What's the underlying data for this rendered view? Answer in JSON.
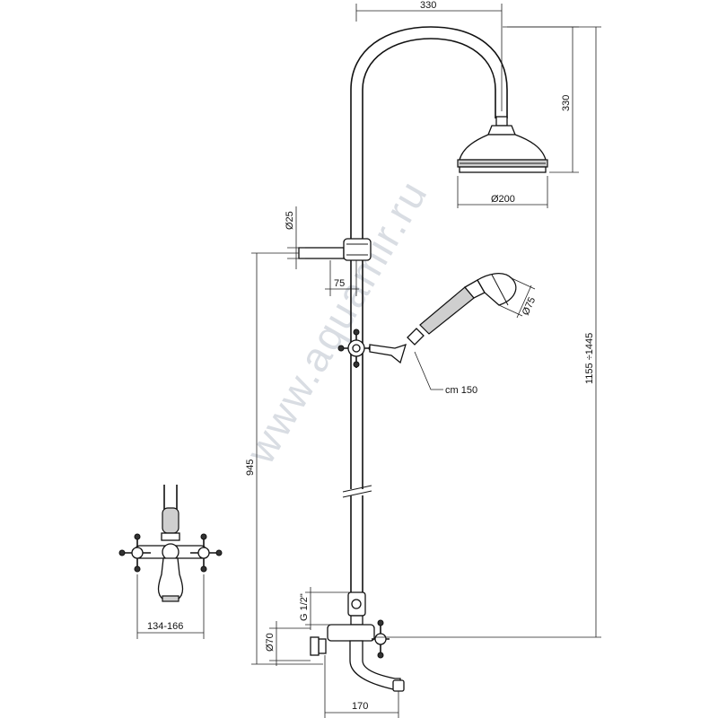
{
  "watermark": "www.aquamir.ru",
  "dimensions": {
    "arm_width": "330",
    "arm_height": "330",
    "head_diameter": "Ø200",
    "pipe_diameter": "Ø25",
    "bracket_offset": "75",
    "hand_shower_diameter": "Ø75",
    "hose_length": "cm 150",
    "total_height": "1155 ÷1445",
    "lower_height": "945",
    "connection_thread": "G 1/2\"",
    "spout_base_diameter": "Ø70",
    "spout_reach": "170",
    "mixer_centers": "134-166"
  }
}
